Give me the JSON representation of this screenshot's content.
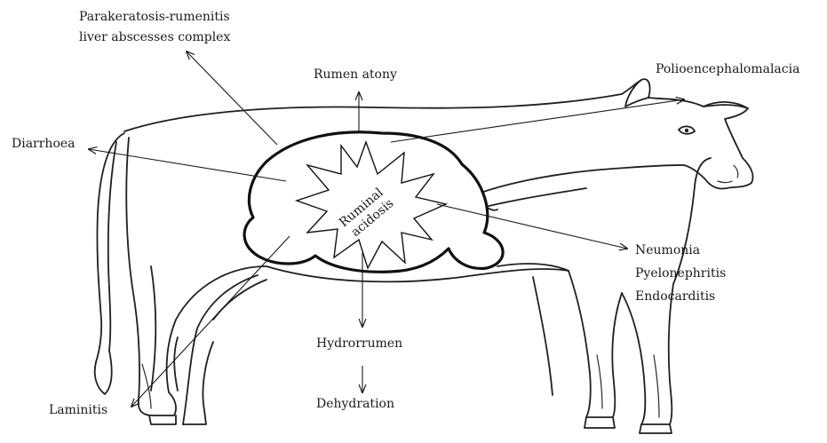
{
  "center": {
    "line1": "Ruminal",
    "line2": "acidosis"
  },
  "labels": {
    "parakeratosis": {
      "line1": "Parakeratosis-rumenitis",
      "line2": "liver abscesses complex"
    },
    "rumen_atony": "Rumen atony",
    "polioencephalomalacia": "Polioencephalomalacia",
    "diarrhoea": "Diarrhoea",
    "neumonia": "Neumonia",
    "pyelonephritis": "Pyelonephritis",
    "endocarditis": "Endocarditis",
    "hydrorrumen": "Hydrorrumen",
    "dehydration": "Dehydration",
    "laminitis": "Laminitis"
  }
}
